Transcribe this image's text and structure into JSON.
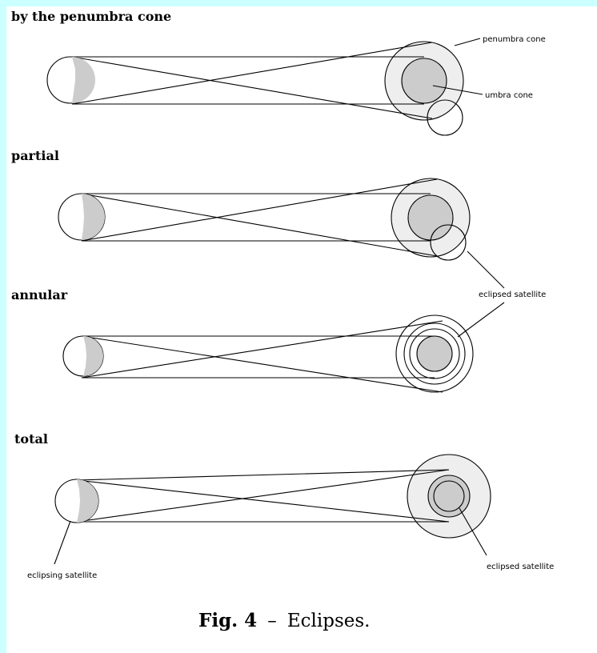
{
  "colors": {
    "page_background": "#ccffff",
    "figure_background": "#ffffff",
    "penumbra_fill": "#eeeeee",
    "umbra_fill": "#cccccc",
    "stroke": "#000000"
  },
  "panels": [
    {
      "title": "by the penumbra cone",
      "satellite_position": "partly outside penumbra"
    },
    {
      "title": "partial",
      "satellite_position": "partly inside umbra"
    },
    {
      "title": "annular",
      "satellite_position": "inside penumbra, concentric"
    },
    {
      "title": "total",
      "satellite_position": "inside umbra, concentric"
    }
  ],
  "annotations": {
    "penumbra_cone": "penumbra cone",
    "umbra_cone": "umbra cone",
    "eclipsed_satellite_partial": "eclipsed satellite",
    "eclipsed_satellite_total": "eclipsed satellite",
    "eclipsing_satellite": "eclipsing satellite"
  },
  "caption": {
    "label": "Fig. 4",
    "dash": "–",
    "text": "Eclipses."
  }
}
